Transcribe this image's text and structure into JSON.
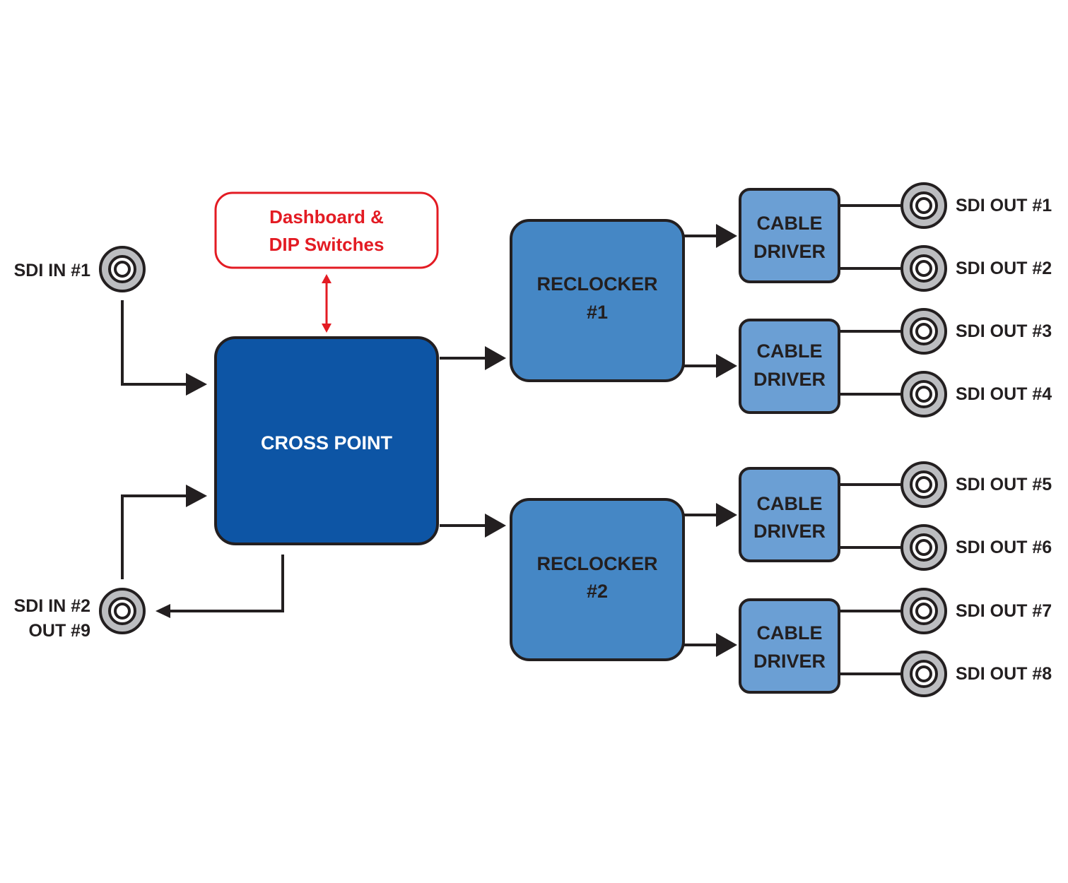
{
  "colors": {
    "crosspoint": "#0d55a5",
    "reclocker": "#4587c5",
    "driver": "#6b9fd4",
    "stroke": "#231f20",
    "control": "#e31b23",
    "connector": "#bcbdc0"
  },
  "inputs": {
    "in1": "SDI IN #1",
    "in2_line1": "SDI IN #2",
    "in2_line2": "OUT #9"
  },
  "control": {
    "line1": "Dashboard &",
    "line2": "DIP Switches"
  },
  "crosspoint": {
    "label": "CROSS POINT"
  },
  "reclockers": [
    {
      "line1": "RECLOCKER",
      "line2": "#1"
    },
    {
      "line1": "RECLOCKER",
      "line2": "#2"
    }
  ],
  "drivers": [
    {
      "line1": "CABLE",
      "line2": "DRIVER"
    },
    {
      "line1": "CABLE",
      "line2": "DRIVER"
    },
    {
      "line1": "CABLE",
      "line2": "DRIVER"
    },
    {
      "line1": "CABLE",
      "line2": "DRIVER"
    }
  ],
  "outputs": [
    "SDI OUT #1",
    "SDI OUT #2",
    "SDI OUT #3",
    "SDI OUT #4",
    "SDI OUT #5",
    "SDI OUT #6",
    "SDI OUT #7",
    "SDI OUT #8"
  ]
}
